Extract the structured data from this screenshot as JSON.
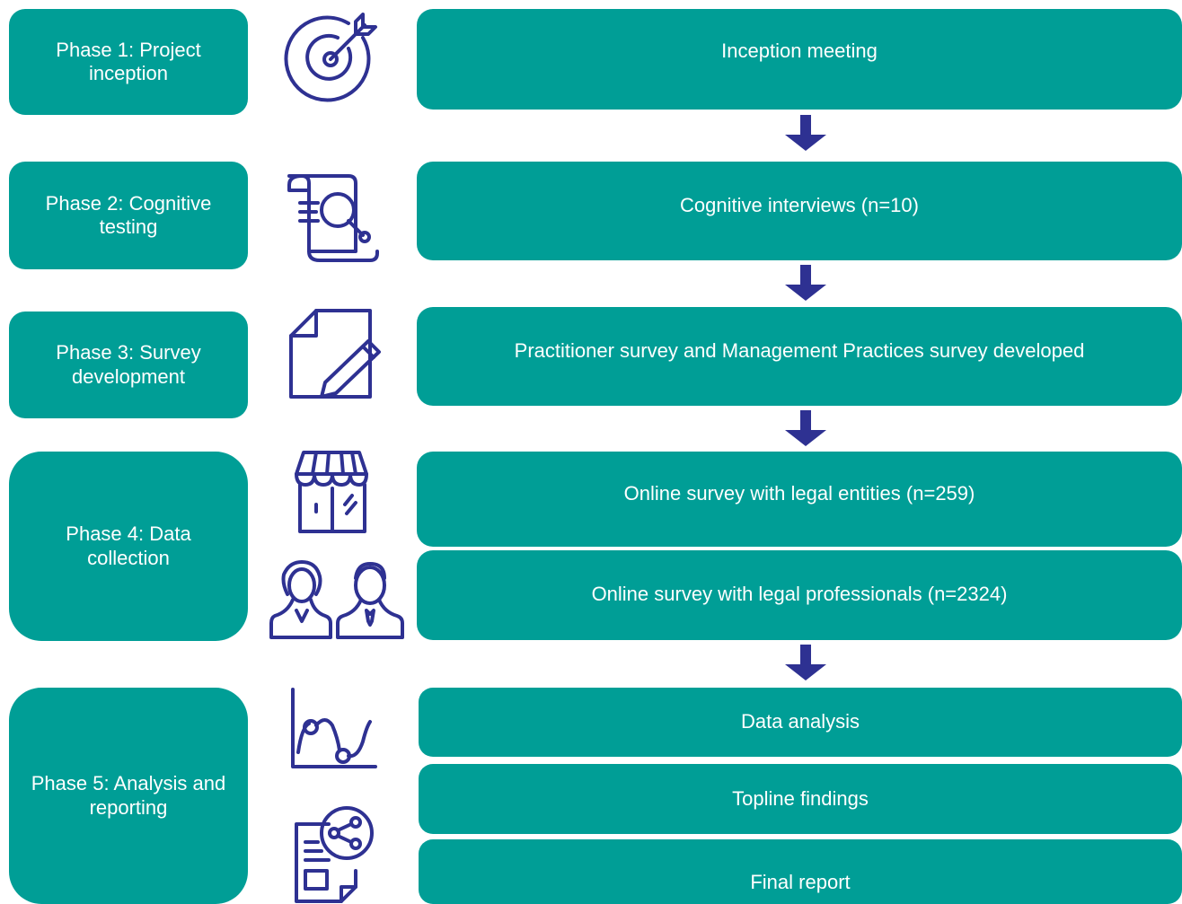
{
  "phases": [
    {
      "label": "Phase 1: Project inception",
      "icon": "target-icon"
    },
    {
      "label": "Phase 2: Cognitive testing",
      "icon": "document-search-icon"
    },
    {
      "label": "Phase 3: Survey development",
      "icon": "document-pencil-icon"
    },
    {
      "label": "Phase 4: Data collection",
      "icons": [
        "storefront-icon",
        "people-icon"
      ]
    },
    {
      "label": "Phase 5: Analysis and reporting",
      "icons": [
        "line-graph-icon",
        "report-share-icon"
      ]
    }
  ],
  "steps": [
    "Inception meeting",
    "Cognitive interviews (n=10)",
    "Practitioner survey and Management Practices survey developed",
    "Online survey with legal entities (n=259)",
    "Online survey with legal professionals (n=2324)",
    "Data analysis",
    "Topline findings",
    "Final report"
  ],
  "colors": {
    "box": "#009e96",
    "text": "#ffffff",
    "icon": "#2e3192",
    "arrow": "#2e3192"
  }
}
